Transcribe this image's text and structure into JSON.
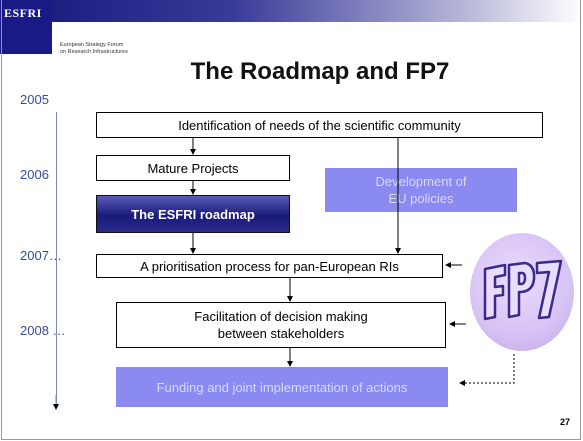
{
  "header": {
    "logo_text": "ESFRI",
    "logo_sub_1": "European Strategy Forum",
    "logo_sub_2": "on Research Infrastructures"
  },
  "title": "The Roadmap and FP7",
  "timeline": {
    "years": [
      "2005",
      "2006",
      "2007…",
      "2008 …"
    ]
  },
  "boxes": {
    "identification": "Identification of needs of the scientific community",
    "mature": "Mature Projects",
    "roadmap": "The ESFRI roadmap",
    "development_1": "Development of",
    "development_2": "EU policies",
    "prioritisation": "A prioritisation process for pan-European RIs",
    "facilitation_1": "Facilitation of decision making",
    "facilitation_2": "between stakeholders",
    "funding": "Funding and joint implementation of actions"
  },
  "fp7_label": "FP7",
  "page_number": "27",
  "colors": {
    "header_dark": "#1a1a86",
    "box_light": "#8a8af0",
    "circle": "#d6c2f4"
  }
}
